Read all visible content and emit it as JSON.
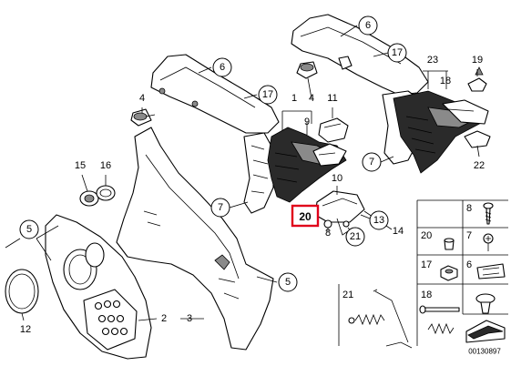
{
  "highlighted_part": "20",
  "callouts": {
    "c6a": "6",
    "c17a": "17",
    "c23": "23",
    "c18": "18",
    "c19": "19",
    "c6b": "6",
    "c17b": "17",
    "c1": "1",
    "c4a": "4",
    "c11": "11",
    "c9": "9",
    "c4b": "4",
    "c15": "15",
    "c16": "16",
    "c7a": "7",
    "c7b": "7",
    "c22": "22",
    "c10": "10",
    "c13": "13",
    "c14": "14",
    "c8": "8",
    "c21": "21",
    "c5a": "5",
    "c5b": "5",
    "c12": "12",
    "c2": "2",
    "c3": "3"
  },
  "legend": [
    {
      "label": "8"
    },
    {
      "label": "20"
    },
    {
      "label": "7"
    },
    {
      "label": "17"
    },
    {
      "label": "6"
    },
    {
      "label": "21"
    },
    {
      "label": "18"
    }
  ],
  "doc_number": "00130897"
}
